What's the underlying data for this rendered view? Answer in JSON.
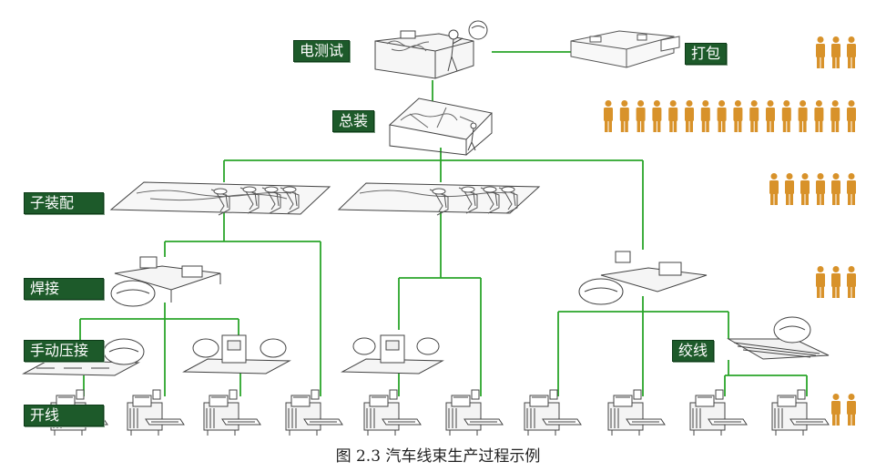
{
  "labels": {
    "electrical_test": "电测试",
    "packing": "打包",
    "final_assembly": "总装",
    "sub_assembly": "子装配",
    "welding": "焊接",
    "manual_crimping": "手动压接",
    "twisting": "绞线",
    "cutting": "开线"
  },
  "caption": "图 2.3 汽车线束生产过程示例",
  "worker_counts": {
    "packing_row": 3,
    "assembly_row": 16,
    "sub_assembly_row": 6,
    "welding_row": 3,
    "cutting_row": 2
  },
  "colors": {
    "connector": "#2aa52a",
    "label_bg": "#1d5a2a",
    "worker": "#d8922a"
  }
}
